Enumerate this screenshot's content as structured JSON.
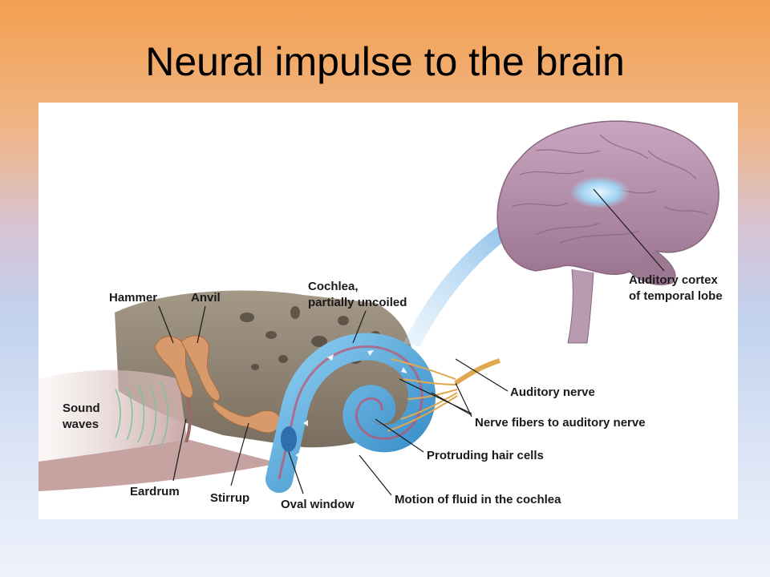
{
  "slide": {
    "title": "Neural impulse to the brain"
  },
  "labels": {
    "hammer": "Hammer",
    "anvil": "Anvil",
    "cochlea_line1": "Cochlea,",
    "cochlea_line2": "partially uncoiled",
    "sound_waves_line1": "Sound",
    "sound_waves_line2": "waves",
    "eardrum": "Eardrum",
    "stirrup": "Stirrup",
    "oval_window": "Oval window",
    "auditory_cortex_line1": "Auditory cortex",
    "auditory_cortex_line2": "of temporal lobe",
    "auditory_nerve": "Auditory nerve",
    "nerve_fibers": "Nerve fibers to auditory nerve",
    "hair_cells": "Protruding hair cells",
    "fluid_motion": "Motion of fluid in the cochlea"
  },
  "colors": {
    "brain": "#b08aa6",
    "bone": "#8f8273",
    "cochlea": "#4aa6d8",
    "nerve": "#e0a850",
    "ossicles": "#d89a6a",
    "arrow": "#4a9ee0"
  }
}
